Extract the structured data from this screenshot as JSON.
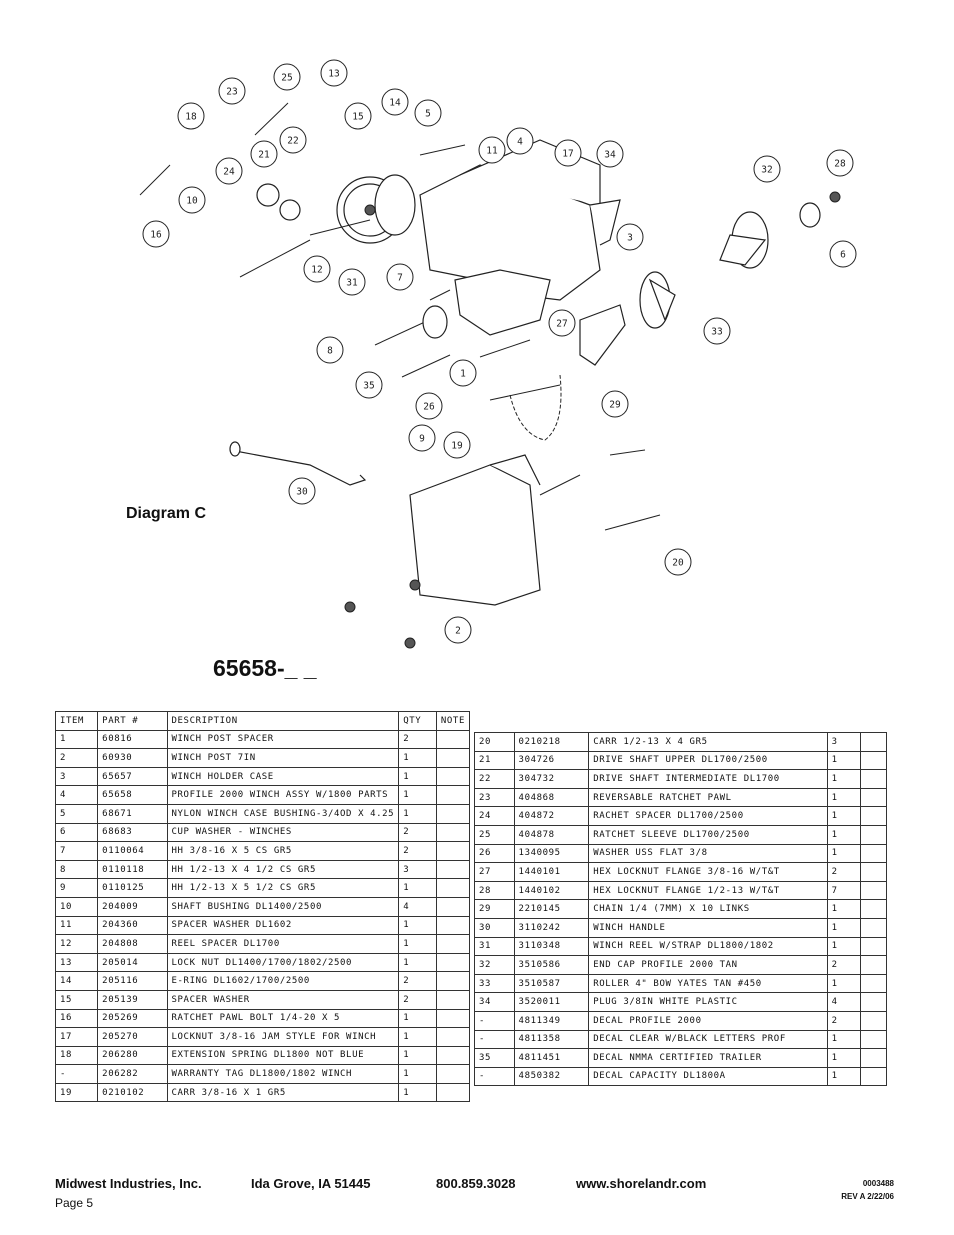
{
  "diagram_label": "Diagram C",
  "model_number": "65658-_ _",
  "callouts": [
    "1",
    "2",
    "3",
    "4",
    "5",
    "6",
    "7",
    "8",
    "9",
    "10",
    "11",
    "12",
    "13",
    "14",
    "15",
    "16",
    "17",
    "18",
    "19",
    "20",
    "21",
    "22",
    "23",
    "24",
    "25",
    "26",
    "27",
    "28",
    "29",
    "30",
    "31",
    "32",
    "33",
    "34",
    "35"
  ],
  "table_headers": {
    "item": "ITEM",
    "part": "PART #",
    "description": "DESCRIPTION",
    "qty": "QTY",
    "note": "NOTE"
  },
  "parts_left": [
    {
      "item": "1",
      "part": "60816",
      "desc": "WINCH POST SPACER",
      "qty": "2",
      "note": ""
    },
    {
      "item": "2",
      "part": "60930",
      "desc": "WINCH POST   7IN",
      "qty": "1",
      "note": ""
    },
    {
      "item": "3",
      "part": "65657",
      "desc": "WINCH HOLDER CASE",
      "qty": "1",
      "note": ""
    },
    {
      "item": "4",
      "part": "65658",
      "desc": "PROFILE 2000 WINCH ASSY W/1800 PARTS",
      "qty": "1",
      "note": ""
    },
    {
      "item": "5",
      "part": "68671",
      "desc": "NYLON WINCH CASE BUSHING-3/4OD X 4.25",
      "qty": "1",
      "note": ""
    },
    {
      "item": "6",
      "part": "68683",
      "desc": "CUP WASHER - WINCHES",
      "qty": "2",
      "note": ""
    },
    {
      "item": "7",
      "part": "0110064",
      "desc": "HH 3/8-16 X 5 CS GR5",
      "qty": "2",
      "note": ""
    },
    {
      "item": "8",
      "part": "0110118",
      "desc": "HH 1/2-13 X 4 1/2 CS GR5",
      "qty": "3",
      "note": ""
    },
    {
      "item": "9",
      "part": "0110125",
      "desc": "HH 1/2-13 X 5 1/2 CS GR5",
      "qty": "1",
      "note": ""
    },
    {
      "item": "10",
      "part": "204009",
      "desc": "SHAFT BUSHING  DL1400/2500",
      "qty": "4",
      "note": ""
    },
    {
      "item": "11",
      "part": "204360",
      "desc": "SPACER WASHER  DL1602",
      "qty": "1",
      "note": ""
    },
    {
      "item": "12",
      "part": "204808",
      "desc": "REEL SPACER  DL1700",
      "qty": "1",
      "note": ""
    },
    {
      "item": "13",
      "part": "205014",
      "desc": "LOCK NUT  DL1400/1700/1802/2500",
      "qty": "1",
      "note": ""
    },
    {
      "item": "14",
      "part": "205116",
      "desc": "E-RING DL1602/1700/2500",
      "qty": "2",
      "note": ""
    },
    {
      "item": "15",
      "part": "205139",
      "desc": "SPACER WASHER",
      "qty": "2",
      "note": ""
    },
    {
      "item": "16",
      "part": "205269",
      "desc": "RATCHET PAWL BOLT 1/4-20 X 5",
      "qty": "1",
      "note": ""
    },
    {
      "item": "17",
      "part": "205270",
      "desc": "LOCKNUT 3/8-16 JAM STYLE FOR WINCH",
      "qty": "1",
      "note": ""
    },
    {
      "item": "18",
      "part": "206280",
      "desc": "EXTENSION SPRING DL1800 NOT BLUE",
      "qty": "1",
      "note": ""
    },
    {
      "item": "-",
      "part": "206282",
      "desc": "WARRANTY TAG DL1800/1802 WINCH",
      "qty": "1",
      "note": ""
    },
    {
      "item": "19",
      "part": "0210102",
      "desc": "CARR 3/8-16 X 1 GR5",
      "qty": "1",
      "note": ""
    }
  ],
  "parts_right": [
    {
      "item": "20",
      "part": "0210218",
      "desc": "CARR 1/2-13 X 4 GR5",
      "qty": "3",
      "note": ""
    },
    {
      "item": "21",
      "part": "304726",
      "desc": "DRIVE SHAFT UPPER  DL1700/2500",
      "qty": "1",
      "note": ""
    },
    {
      "item": "22",
      "part": "304732",
      "desc": "DRIVE SHAFT INTERMEDIATE  DL1700",
      "qty": "1",
      "note": ""
    },
    {
      "item": "23",
      "part": "404868",
      "desc": "REVERSABLE RATCHET PAWL",
      "qty": "1",
      "note": ""
    },
    {
      "item": "24",
      "part": "404872",
      "desc": "RACHET SPACER  DL1700/2500",
      "qty": "1",
      "note": ""
    },
    {
      "item": "25",
      "part": "404878",
      "desc": "RATCHET SLEEVE  DL1700/2500",
      "qty": "1",
      "note": ""
    },
    {
      "item": "26",
      "part": "1340095",
      "desc": "WASHER USS FLAT 3/8",
      "qty": "1",
      "note": ""
    },
    {
      "item": "27",
      "part": "1440101",
      "desc": "HEX LOCKNUT FLANGE 3/8-16 W/T&T",
      "qty": "2",
      "note": ""
    },
    {
      "item": "28",
      "part": "1440102",
      "desc": "HEX LOCKNUT FLANGE 1/2-13 W/T&T",
      "qty": "7",
      "note": ""
    },
    {
      "item": "29",
      "part": "2210145",
      "desc": "CHAIN 1/4 (7MM) X 10 LINKS",
      "qty": "1",
      "note": ""
    },
    {
      "item": "30",
      "part": "3110242",
      "desc": "WINCH HANDLE",
      "qty": "1",
      "note": ""
    },
    {
      "item": "31",
      "part": "3110348",
      "desc": "WINCH REEL W/STRAP  DL1800/1802",
      "qty": "1",
      "note": ""
    },
    {
      "item": "32",
      "part": "3510586",
      "desc": "END CAP PROFILE 2000 TAN",
      "qty": "2",
      "note": ""
    },
    {
      "item": "33",
      "part": "3510587",
      "desc": "ROLLER 4\" BOW YATES TAN #450",
      "qty": "1",
      "note": ""
    },
    {
      "item": "34",
      "part": "3520011",
      "desc": "PLUG  3/8IN WHITE PLASTIC",
      "qty": "4",
      "note": ""
    },
    {
      "item": "-",
      "part": "4811349",
      "desc": "DECAL PROFILE 2000",
      "qty": "2",
      "note": ""
    },
    {
      "item": "-",
      "part": "4811358",
      "desc": "DECAL CLEAR W/BLACK LETTERS PROF",
      "qty": "1",
      "note": ""
    },
    {
      "item": "35",
      "part": "4811451",
      "desc": " DECAL NMMA CERTIFIED TRAILER",
      "qty": "1",
      "note": ""
    },
    {
      "item": "-",
      "part": "4850382",
      "desc": "DECAL CAPACITY DL1800A",
      "qty": "1",
      "note": ""
    }
  ],
  "footer": {
    "company": "Midwest Industries, Inc.",
    "city": "Ida Grove, IA  51445",
    "phone": "800.859.3028",
    "website": "www.shorelandr.com",
    "page": "Page 5",
    "doc_number": "0003488",
    "revision": "REV A  2/22/06"
  }
}
